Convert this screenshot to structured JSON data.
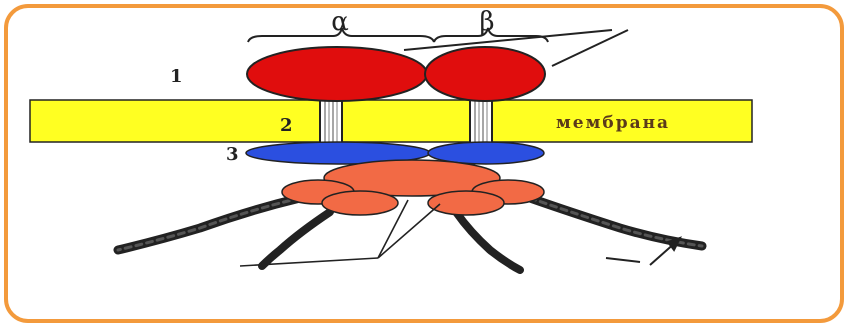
{
  "labels": {
    "alpha": "α",
    "beta": "β",
    "num1": "1",
    "num2": "2",
    "num3": "3",
    "membrane": "мембрана"
  },
  "colors": {
    "frame": "#f39a3c",
    "membrane": "#ffff22",
    "receptor_red": "#e00d0d",
    "blue_domain": "#2b4fe0",
    "kinase_orange": "#f26a45",
    "dark_chain": "#222222",
    "stalk": "#c8c8c8"
  }
}
